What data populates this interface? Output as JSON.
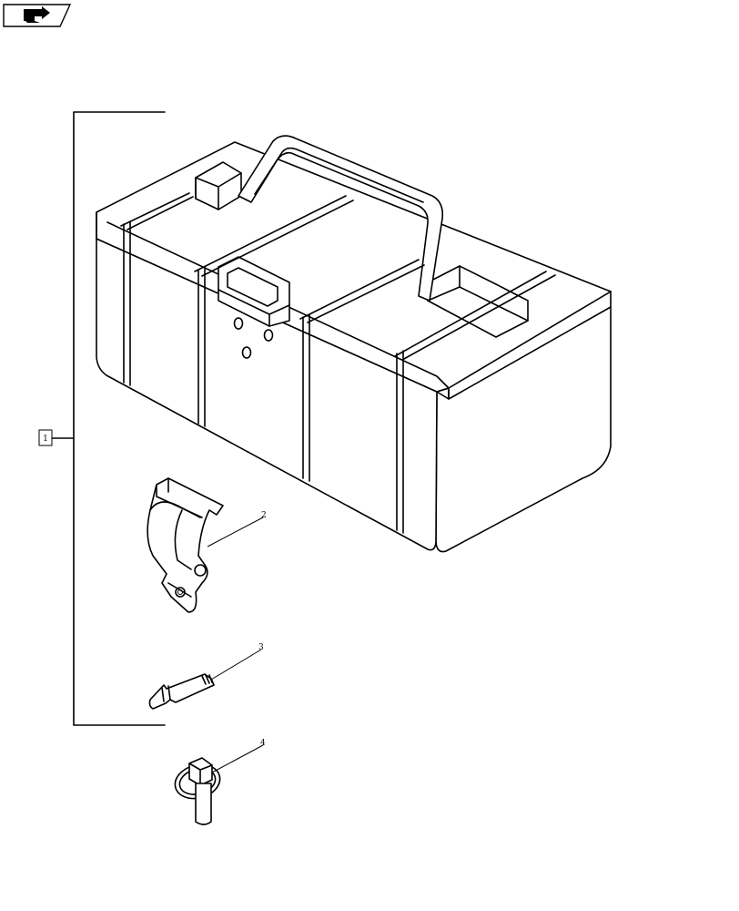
{
  "diagram": {
    "icon": "book-arrow-icon",
    "callouts": {
      "assembly": "1",
      "part_2": "2",
      "part_3": "3",
      "part_4": "4"
    }
  }
}
